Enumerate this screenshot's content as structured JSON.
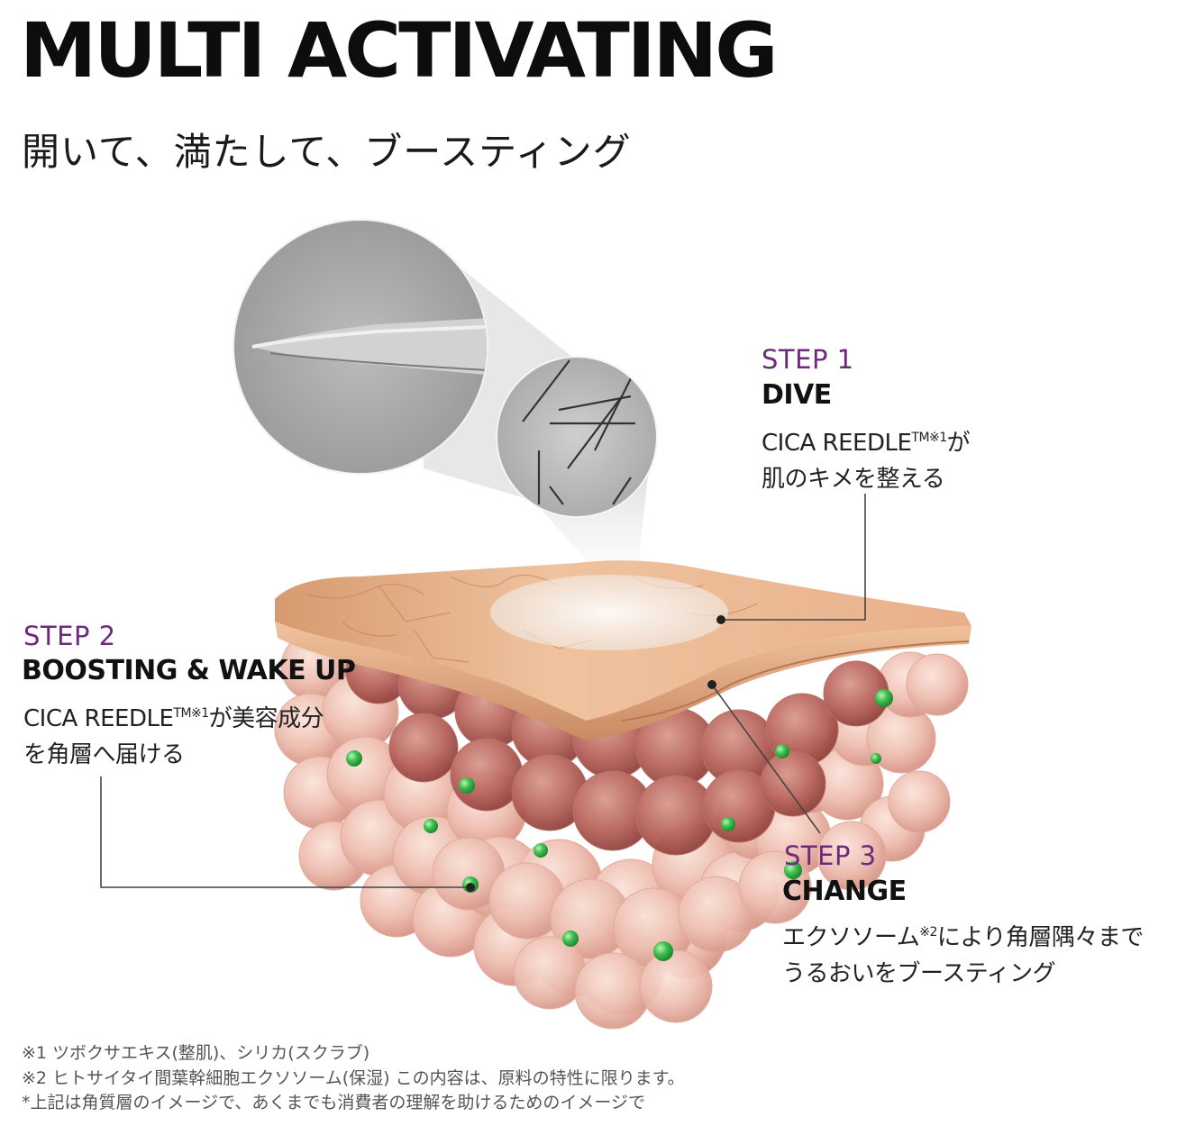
{
  "title": "MULTI ACTIVATING",
  "subtitle": "開いて、満たして、ブースティング",
  "steps": {
    "step1": {
      "label": "STEP 1",
      "head": "DIVE",
      "line1": "CICA REEDLE",
      "line1_sup": "TM※1",
      "line1_tail": "が",
      "line2": "肌のキメを整える"
    },
    "step2": {
      "label": "STEP 2",
      "head": "BOOSTING & WAKE UP",
      "line1": "CICA REEDLE",
      "line1_sup": "TM※1",
      "line1_tail": "が美容成分",
      "line2": "を角層へ届ける"
    },
    "step3": {
      "label": "STEP 3",
      "head": "CHANGE",
      "line1": "エクソソーム",
      "line1_sup": "※2",
      "line1_tail": "により角層隅々まで",
      "line2": "うるおいをブースティング"
    }
  },
  "footnotes": {
    "n1": "※1 ツボクサエキス(整肌)、シリカ(スクラブ)",
    "n2": "※2 ヒトサイタイ間葉幹細胞エクソソーム(保湿) この内容は、原料の特性に限ります。",
    "n3": "*上記は角質層のイメージで、あくまでも消費者の理解を助けるためのイメージで"
  },
  "colors": {
    "step_accent": "#6e2a7a",
    "skin_top": "#e7b58c",
    "cell": "#e9b2a6",
    "active": "#3fbf4f"
  }
}
